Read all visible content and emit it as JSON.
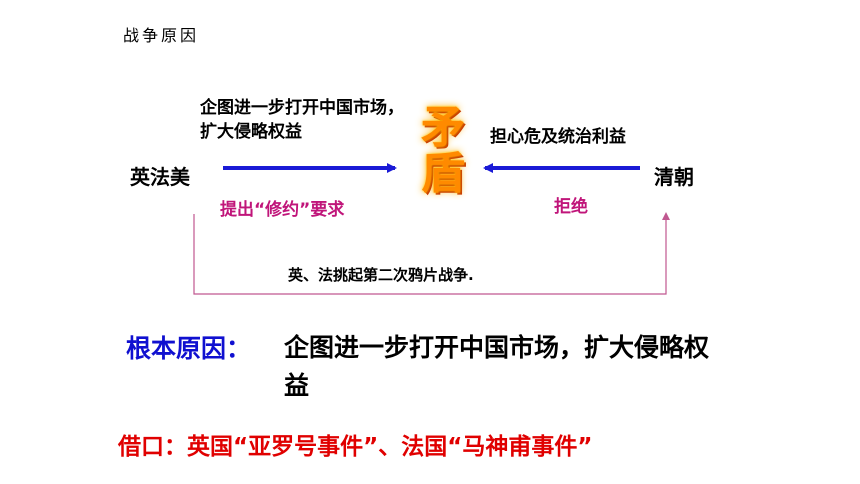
{
  "title": "战争原因",
  "left_party": "英法美",
  "right_party": "清朝",
  "left_motive": "企图进一步打开中国市场，扩大侵略权益",
  "right_motive": "担心危及统治利益",
  "contradiction": "矛盾",
  "left_action": "提出“修约”要求",
  "right_action": "拒绝",
  "result": "英、法挑起第二次鸦片战争.",
  "root_cause_label": "根本原因：",
  "root_cause_text": "企图进一步打开中国市场，扩大侵略权益",
  "pretext": "借口：英国“亚罗号事件”、法国“马神甫事件”",
  "colors": {
    "arrow": "#1a1ad6",
    "action_text": "#c0157a",
    "root_label": "#1010d0",
    "pretext": "#e00000",
    "contradiction": "#ff8a00",
    "bracket_line": "#c05890"
  }
}
